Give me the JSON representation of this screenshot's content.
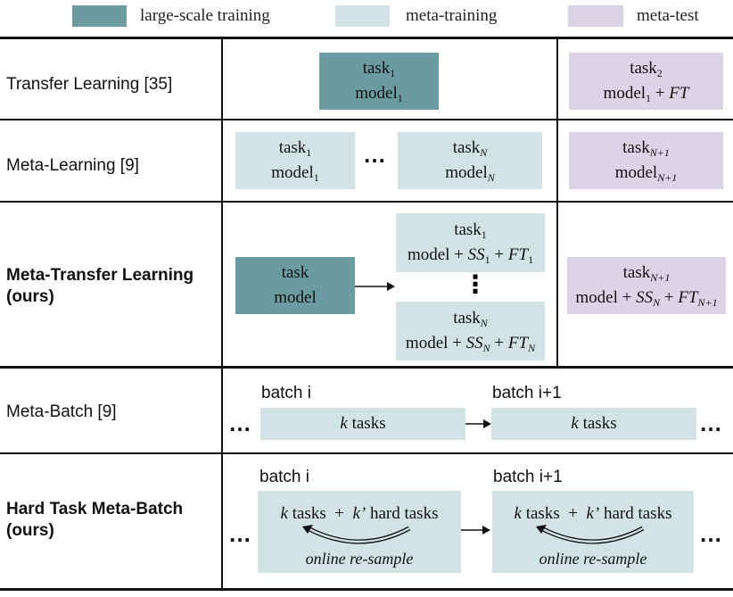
{
  "legend": {
    "large_scale": {
      "label": "large-scale training",
      "color": "#6b9aa0"
    },
    "meta_training": {
      "label": "meta-training",
      "color": "#d3e3e5"
    },
    "meta_test": {
      "label": "meta-test",
      "color": "#dcd3e7"
    }
  },
  "rows": {
    "transfer": {
      "label": "Transfer Learning [35]",
      "train_task": "task",
      "train_task_sub": "1",
      "train_model": "model",
      "train_model_sub": "1",
      "test_task": "task",
      "test_task_sub": "2",
      "test_model": "model",
      "test_model_sub": "1",
      "test_model_suffix": " + ",
      "test_model_ft": "FT"
    },
    "meta_learning": {
      "label": "Meta-Learning [9]",
      "box1_task": "task",
      "box1_task_sub": "1",
      "box1_model": "model",
      "box1_model_sub": "1",
      "dots": "…",
      "box2_task": "task",
      "box2_task_sub": "N",
      "box2_model": "model",
      "box2_model_sub": "N",
      "test_task": "task",
      "test_task_sub": "N+1",
      "test_model": "model",
      "test_model_sub": "N+1"
    },
    "mtl": {
      "label_line1": "Meta-Transfer Learning",
      "label_line2": "(ours)",
      "large_task": "task",
      "large_model": "model",
      "top_task": "task",
      "top_task_sub": "1",
      "top_model_pre": "model + ",
      "top_model_ss": "SS",
      "top_model_ss_sub": "1",
      "top_model_mid": " + ",
      "top_model_ft": "FT",
      "top_model_ft_sub": "1",
      "vdots": "⋮",
      "bot_task": "task",
      "bot_task_sub": "N",
      "bot_model_pre": "model + ",
      "bot_model_ss": "SS",
      "bot_model_ss_sub": "N",
      "bot_model_mid": " + ",
      "bot_model_ft": "FT",
      "bot_model_ft_sub": "N",
      "test_task": "task",
      "test_task_sub": "N+1",
      "test_model_pre": "model + ",
      "test_model_ss": "SS",
      "test_model_ss_sub": "N",
      "test_model_mid": " + ",
      "test_model_ft": "FT",
      "test_model_ft_sub": "N+1"
    },
    "meta_batch": {
      "label": "Meta-Batch [9]",
      "dots_left": "…",
      "dots_right": "…",
      "batch_i": "batch i",
      "batch_i1": "batch i+1",
      "k": "k",
      "tasks": " tasks"
    },
    "hard": {
      "label_line1": "Hard Task Meta-Batch",
      "label_line2": "(ours)",
      "dots_left": "…",
      "dots_right": "…",
      "batch_i": "batch i",
      "batch_i1": "batch i+1",
      "k": "k",
      "tasks": " tasks",
      "plus": "+",
      "kprime": "k’",
      "hard_tasks": " hard tasks",
      "resample": "online re-sample"
    }
  }
}
